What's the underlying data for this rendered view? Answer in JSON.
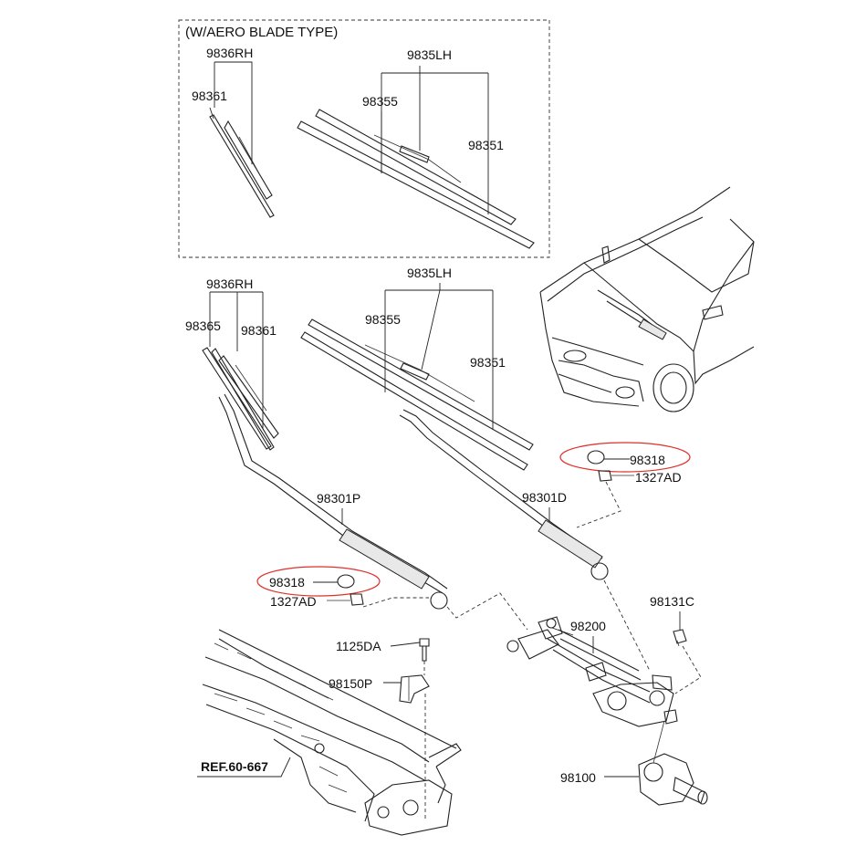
{
  "aero_box_title": "(W/AERO BLADE TYPE)",
  "labels": {
    "aero_rh": "9836RH",
    "aero_rh_rubber": "98361",
    "aero_lh": "9835LH",
    "aero_lh_rubber": "98355",
    "aero_lh_refill": "98351",
    "std_rh": "9836RH",
    "std_rh_a": "98365",
    "std_rh_b": "98361",
    "std_lh": "9835LH",
    "std_lh_rubber": "98355",
    "std_lh_refill": "98351",
    "arm_passenger": "98301P",
    "arm_driver": "98301D",
    "cap_right": "98318",
    "nut_right": "1327AD",
    "cap_left": "98318",
    "nut_left": "1327AD",
    "pivot_nut": "98131C",
    "linkage": "98200",
    "bolt": "1125DA",
    "bracket": "98150P",
    "motor": "98100",
    "ref": "REF.60-667"
  }
}
